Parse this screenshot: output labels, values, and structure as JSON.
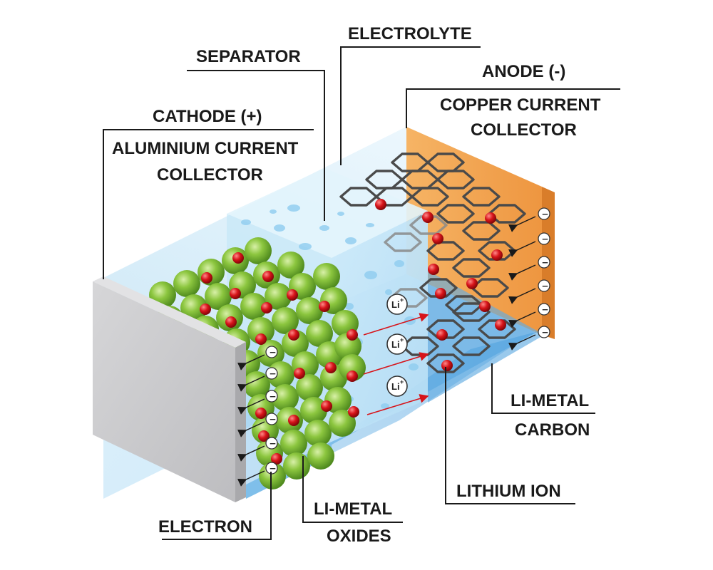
{
  "labels": {
    "separator": "SEPARATOR",
    "electrolyte": "ELECTROLYTE",
    "anode": "ANODE (-)",
    "copper_line1": "COPPER CURRENT",
    "copper_line2": "COLLECTOR",
    "cathode": "CATHODE (+)",
    "aluminium_line1": "ALUMINIUM CURRENT",
    "aluminium_line2": "COLLECTOR",
    "li_metal_carbon_line1": "LI-METAL",
    "li_metal_carbon_line2": "CARBON",
    "lithium_ion": "LITHIUM ION",
    "electron": "ELECTRON",
    "li_metal_oxides_line1": "LI-METAL",
    "li_metal_oxides_line2": "OXIDES"
  },
  "ion_symbol": "Li",
  "ion_charge": "+",
  "electron_symbol": "−",
  "colors": {
    "aluminium": "#c9c9cb",
    "copper": "#f2a24e",
    "electrolyte": "#bfe4f7",
    "separator": "#d4eefa",
    "oxide_sphere": "#8cc63f",
    "lithium_ion": "#d7141a",
    "carbon_lattice": "#4a4a4a"
  }
}
